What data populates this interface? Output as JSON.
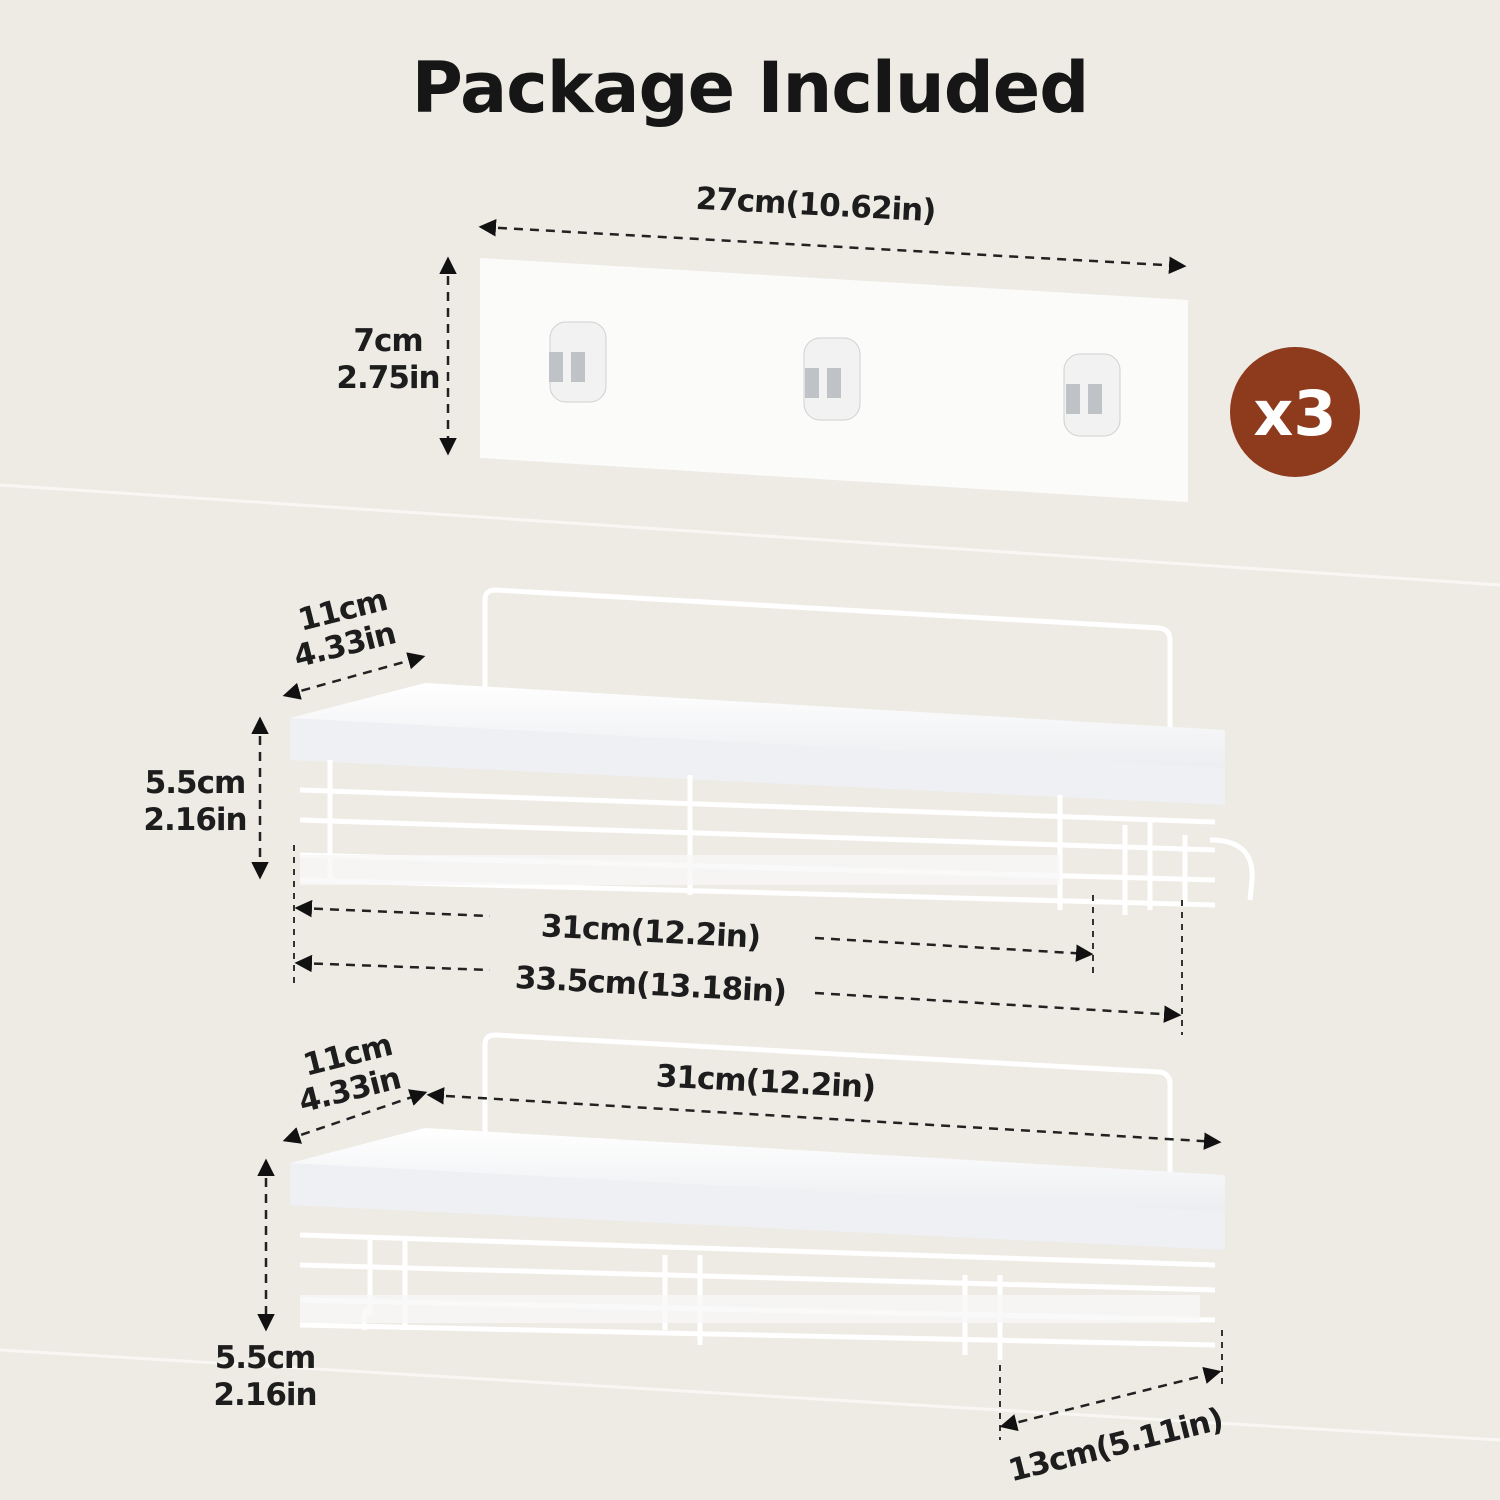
{
  "title": "Package Included",
  "adhesive_plate": {
    "width_label": "27cm(10.62in)",
    "height_cm": "7cm",
    "height_in": "2.75in",
    "quantity_badge": "x3",
    "badge_color": "#8e3a1d"
  },
  "shelf_top": {
    "depth_cm": "11cm",
    "depth_in": "4.33in",
    "height_cm": "5.5cm",
    "height_in": "2.16in",
    "inner_width": "31cm(12.2in)",
    "total_width": "33.5cm(13.18in)"
  },
  "shelf_bottom": {
    "depth_cm": "11cm",
    "depth_in": "4.33in",
    "width": "31cm(12.2in)",
    "height_cm": "5.5cm",
    "height_in": "2.16in",
    "hook_span": "13cm(5.11in)"
  }
}
